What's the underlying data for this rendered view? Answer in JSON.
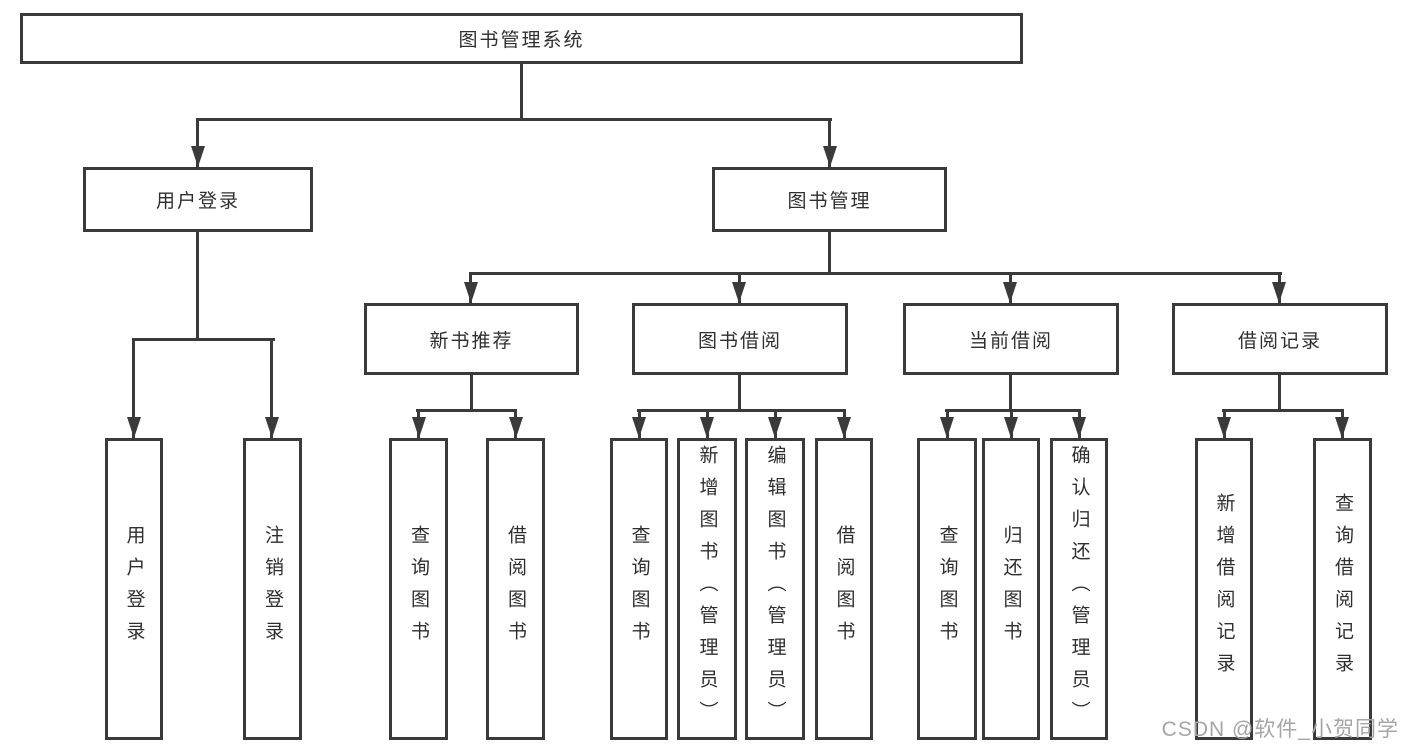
{
  "diagram": {
    "root": {
      "label": "图书管理系统"
    },
    "level2": {
      "user_login": {
        "label": "用户登录"
      },
      "book_mgmt": {
        "label": "图书管理"
      }
    },
    "level3": {
      "new_book_rec": {
        "label": "新书推荐"
      },
      "book_borrow": {
        "label": "图书借阅"
      },
      "current_borrow": {
        "label": "当前借阅"
      },
      "borrow_records": {
        "label": "借阅记录"
      }
    },
    "level4": {
      "login": {
        "label": "用户登录"
      },
      "logout": {
        "label": "注销登录"
      },
      "nbr_query": {
        "label": "查询图书"
      },
      "nbr_borrow": {
        "label": "借阅图书"
      },
      "bb_query": {
        "label": "查询图书"
      },
      "bb_add": {
        "label": "新增图书（管理员）"
      },
      "bb_edit": {
        "label": "编辑图书（管理员）"
      },
      "bb_borrow": {
        "label": "借阅图书"
      },
      "cb_query": {
        "label": "查询图书"
      },
      "cb_return": {
        "label": "归还图书"
      },
      "cb_confirm": {
        "label": "确认归还（管理员）"
      },
      "br_add": {
        "label": "新增借阅记录"
      },
      "br_query": {
        "label": "查询借阅记录"
      }
    }
  },
  "watermark": "CSDN @软件_小贺同学",
  "colors": {
    "line": "#3a3a3a",
    "text": "#2f2f2f",
    "watermark": "#a5a5a5",
    "background": "#ffffff"
  }
}
